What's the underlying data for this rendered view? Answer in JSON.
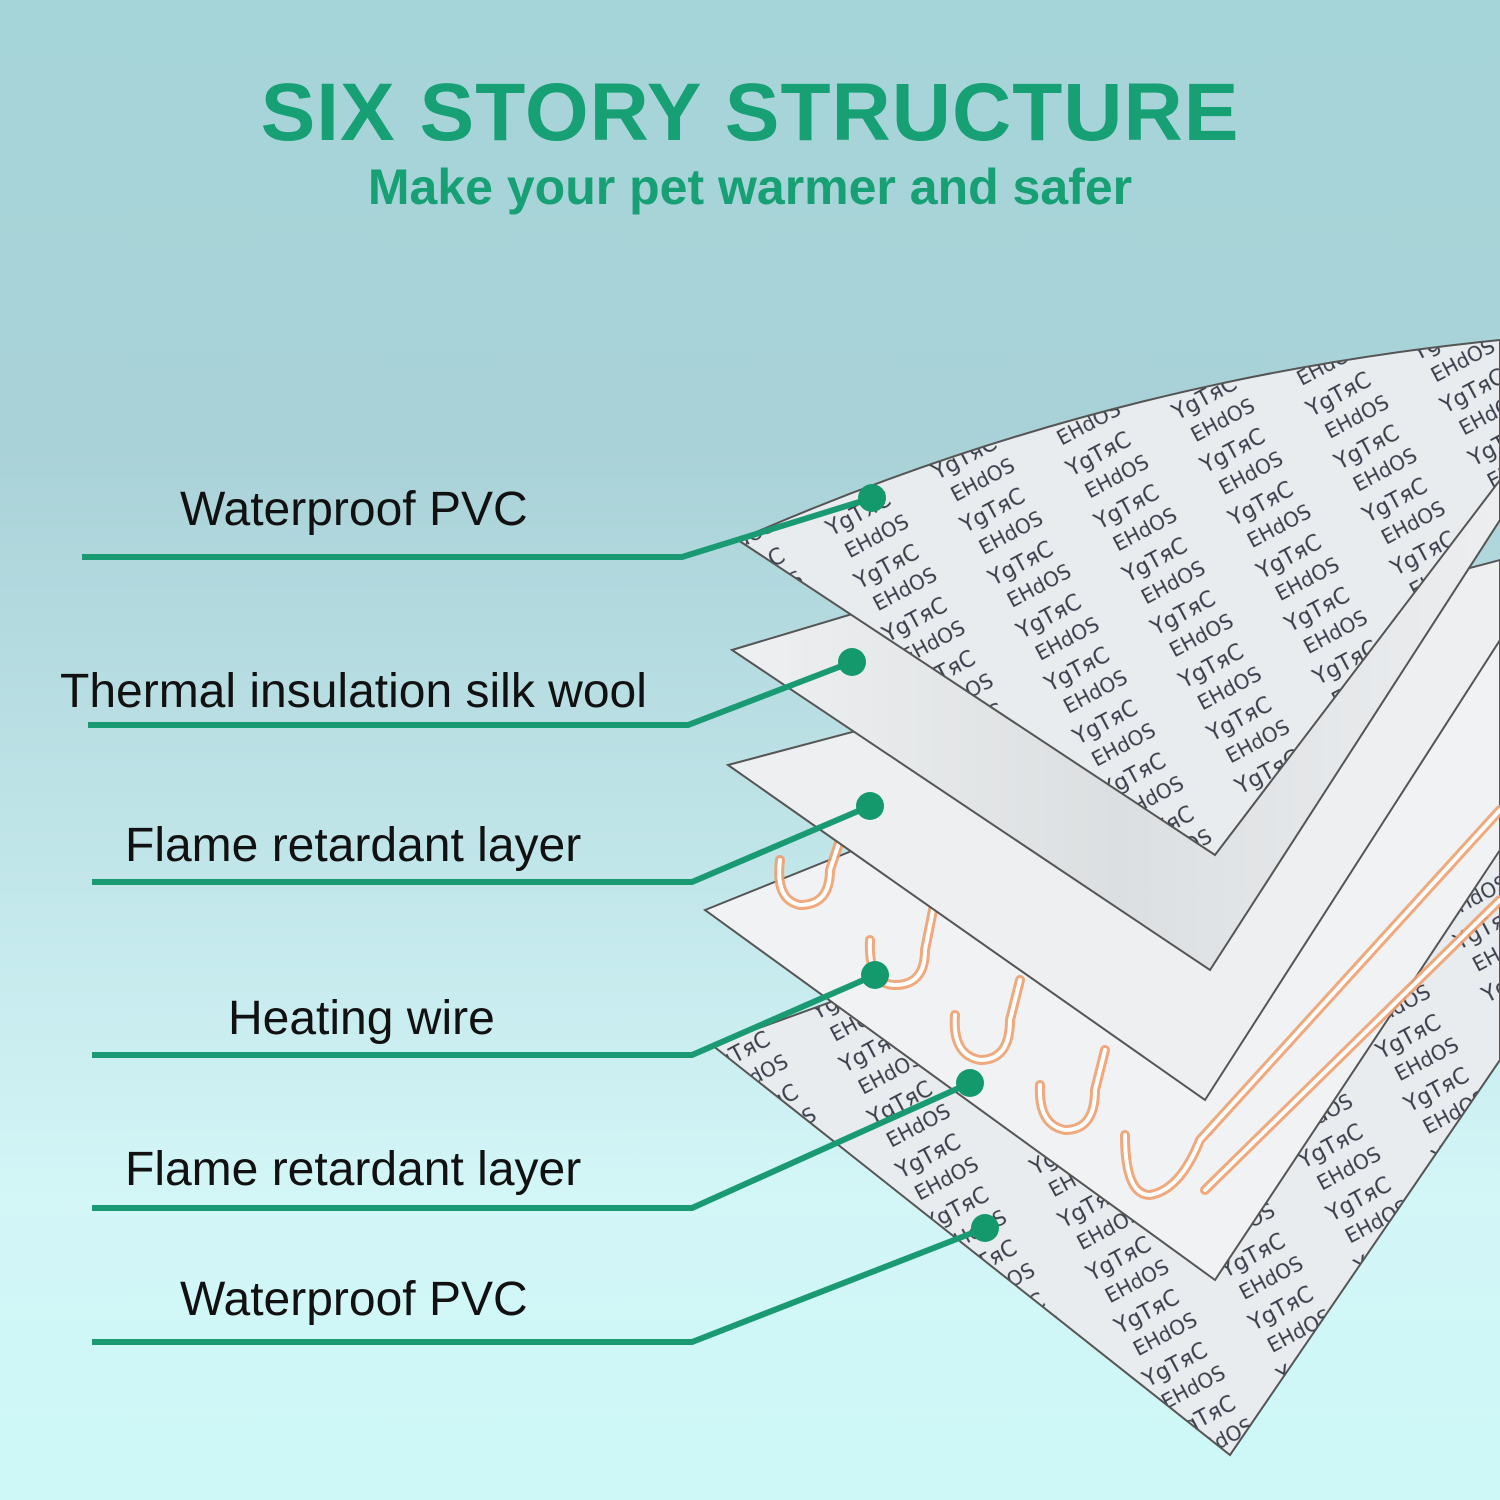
{
  "header": {
    "title": "SIX STORY STRUCTURE",
    "subtitle": "Make your pet warmer and safer"
  },
  "colors": {
    "accent": "#16a074",
    "leader_line": "#1a9a72",
    "heating_wire": "#f0a070",
    "text": "#111111"
  },
  "layers": [
    {
      "label": "Waterproof PVC",
      "material": "printed-pvc"
    },
    {
      "label": "Thermal insulation silk wool",
      "material": "brushed-wool"
    },
    {
      "label": "Flame retardant layer",
      "material": "white-sheet"
    },
    {
      "label": "Heating wire",
      "material": "heating-wire"
    },
    {
      "label": "Flame retardant layer",
      "material": "white-sheet"
    },
    {
      "label": "Waterproof PVC",
      "material": "printed-pvc"
    }
  ]
}
